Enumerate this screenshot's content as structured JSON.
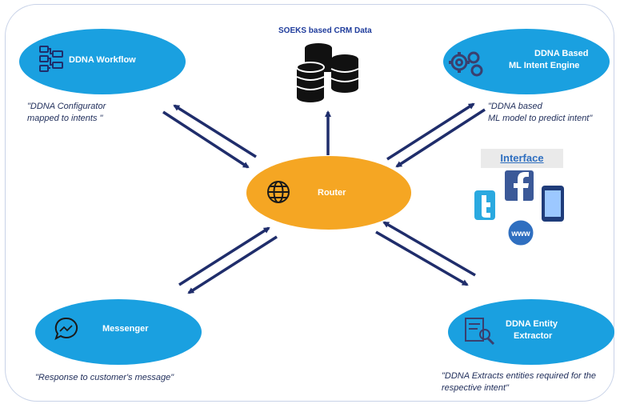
{
  "nodes": {
    "workflow": {
      "label": "DDNA Workflow",
      "quote": "\"DDNA Configurator mapped to intents \""
    },
    "intent_engine": {
      "label_line1": "DDNA Based",
      "label_line2": "ML Intent Engine",
      "quote_line1": "\"DDNA based",
      "quote_line2": "ML model to predict intent\""
    },
    "router": {
      "label": "Router"
    },
    "messenger": {
      "label": "Messenger",
      "quote": "\"Response to customer's message\""
    },
    "entity_extractor": {
      "label_line1": "DDNA Entity",
      "label_line2": "Extractor",
      "quote_line1": "\"DDNA Extracts entities required for the",
      "quote_line2": "respective intent\""
    }
  },
  "crm": {
    "title": "SOEKS  based CRM Data"
  },
  "interface": {
    "label": "Interface",
    "icons": [
      "facebook-icon",
      "twitter-icon",
      "mobile-phone-icon",
      "www-globe-icon"
    ]
  },
  "colors": {
    "node_blue": "#1aa0e0",
    "router_orange": "#f5a623",
    "arrow_navy": "#1f2d6b"
  }
}
